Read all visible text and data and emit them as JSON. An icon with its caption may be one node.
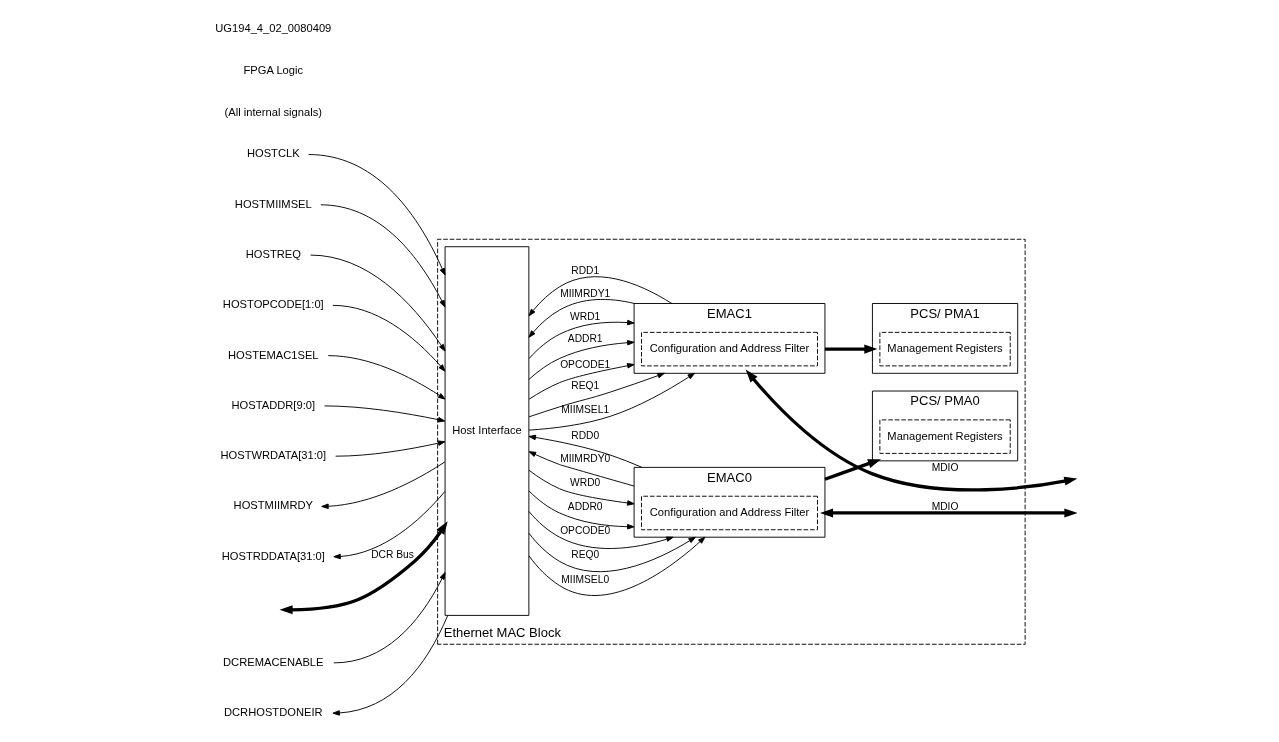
{
  "diagram": {
    "nodes": [
      {
        "text": [
          "Ethernet MAC Block"
        ]
      },
      {
        "text": [
          "Host Interface"
        ],
        "in": 0
      },
      {
        "text": [
          "EMAC0"
        ],
        "in": 0
      },
      {
        "text": [
          "Configuration and Address Filter"
        ],
        "in": 2
      },
      {
        "text": [
          "PCS/ PMA0"
        ],
        "in": 0
      },
      {
        "text": [
          "Management Registers"
        ],
        "in": 4
      },
      {
        "text": [
          "EMAC1"
        ],
        "in": 0
      },
      {
        "text": [
          "Configuration and Address Filter"
        ],
        "in": 6
      },
      {
        "text": [
          "PCS/ PMA1"
        ],
        "in": 0
      },
      {
        "text": [
          "Management Registers"
        ],
        "in": 8
      },
      {
        "text": [
          "HOSTCLK"
        ]
      },
      {
        "text": [
          "HOSTMIIMSEL"
        ]
      },
      {
        "text": [
          "HOSTREQ"
        ]
      },
      {
        "text": [
          "HOSTOPCODE[1:0]"
        ]
      },
      {
        "text": [
          "HOSTEMAC1SEL"
        ]
      },
      {
        "text": [
          "HOSTADDR[9:0]"
        ]
      },
      {
        "text": [
          "HOSTWRDATA[31:0]"
        ]
      },
      {
        "text": [
          "HOSTMIIMRDY"
        ]
      },
      {
        "text": [
          "HOSTRDDATA[31:0]"
        ]
      },
      {
        "text": [
          "DCREMACENABLE"
        ]
      },
      {
        "text": [
          "DCRHOSTDONEIR"
        ]
      }
    ],
    "edges": [
      {
        "from": 10,
        "to": 1,
        "arrow": "to"
      },
      {
        "from": 11,
        "to": 1,
        "arrow": "to"
      },
      {
        "from": 12,
        "to": 1,
        "arrow": "to"
      },
      {
        "from": 13,
        "to": 1,
        "arrow": "to"
      },
      {
        "from": 14,
        "to": 1,
        "arrow": "to"
      },
      {
        "from": 15,
        "to": 1,
        "arrow": "to"
      },
      {
        "from": 16,
        "to": 1,
        "arrow": "to"
      },
      {
        "from": 1,
        "to": 17,
        "arrow": "to"
      },
      {
        "from": 1,
        "to": 18,
        "arrow": "to"
      },
      {
        "from": null,
        "to": 1,
        "arrow": "both",
        "label": "DCR Bus",
        "style": "thick"
      },
      {
        "from": 19,
        "to": 1,
        "arrow": "to"
      },
      {
        "from": 1,
        "to": 20,
        "arrow": "to"
      },
      {
        "from": 1,
        "to": 2,
        "arrow": "to",
        "label": "MIIMSEL0"
      },
      {
        "from": 1,
        "to": 2,
        "arrow": "to",
        "label": "REQ0"
      },
      {
        "from": 1,
        "to": 2,
        "arrow": "to",
        "label": "OPCODE0"
      },
      {
        "from": 1,
        "to": 2,
        "arrow": "to",
        "label": "ADDR0"
      },
      {
        "from": 1,
        "to": 2,
        "arrow": "to",
        "label": "WRD0"
      },
      {
        "from": 2,
        "to": 1,
        "arrow": "to",
        "label": "MIIMRDY0"
      },
      {
        "from": 2,
        "to": 1,
        "arrow": "to",
        "label": "RDD0"
      },
      {
        "from": 2,
        "to": null,
        "arrow": "both",
        "label": "MDIO",
        "style": "thick"
      },
      {
        "from": 2,
        "to": 4,
        "arrow": "to",
        "style": "thick"
      },
      {
        "from": 1,
        "to": 6,
        "arrow": "to",
        "label": "MIIMSEL1"
      },
      {
        "from": 1,
        "to": 6,
        "arrow": "to",
        "label": "REQ1"
      },
      {
        "from": 1,
        "to": 6,
        "arrow": "to",
        "label": "OPCODE1"
      },
      {
        "from": 1,
        "to": 6,
        "arrow": "to",
        "label": "ADDR1"
      },
      {
        "from": 1,
        "to": 6,
        "arrow": "to",
        "label": "WRD1"
      },
      {
        "from": 6,
        "to": 1,
        "arrow": "to",
        "label": "MIIMRDY1"
      },
      {
        "from": 6,
        "to": 1,
        "arrow": "to",
        "label": "RDD1"
      },
      {
        "from": 6,
        "to": null,
        "arrow": "both",
        "label": "MDIO",
        "style": "thick"
      },
      {
        "from": 6,
        "to": 8,
        "arrow": "to",
        "style": "thick"
      }
    ],
    "labels": [
      "(All internal signals)",
      "FPGA Logic",
      "UG194_4_02_0080409"
    ]
  }
}
